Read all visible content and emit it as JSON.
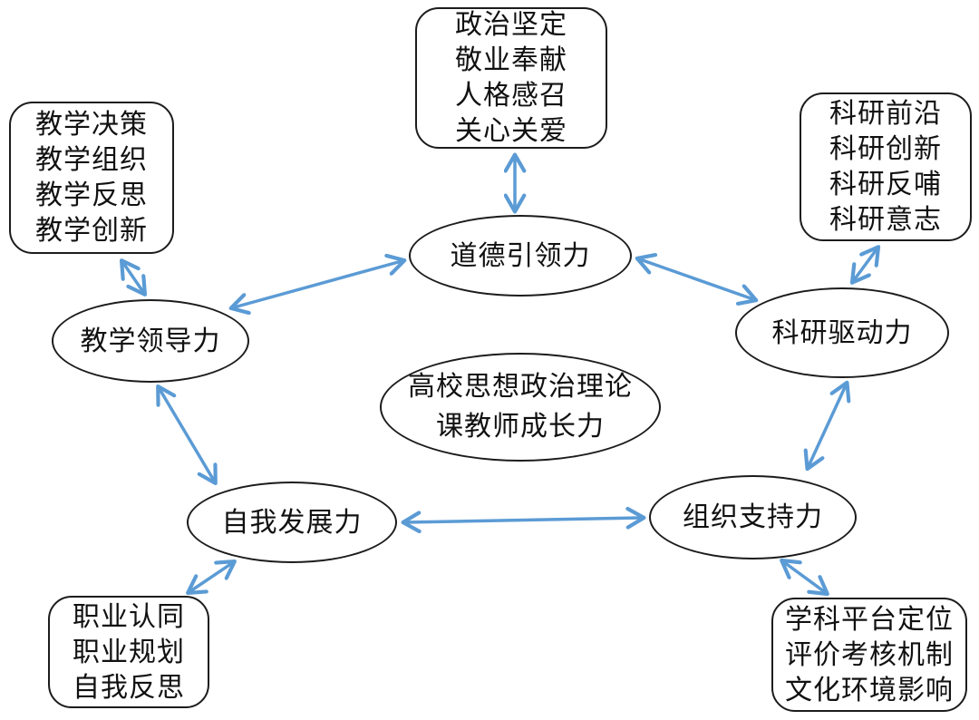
{
  "diagram": {
    "background_color": "#ffffff",
    "node_border_color": "#1c1c1c",
    "arrow_color": "#5b9bd5",
    "center_node": {
      "shape": "ellipse",
      "lines": [
        "高校思想政治理论",
        "课教师成长力"
      ]
    },
    "nodes": {
      "moral": {
        "shape": "ellipse",
        "label": "道德引领力"
      },
      "teaching": {
        "shape": "ellipse",
        "label": "教学领导力"
      },
      "research": {
        "shape": "ellipse",
        "label": "科研驱动力"
      },
      "self": {
        "shape": "ellipse",
        "label": "自我发展力"
      },
      "org": {
        "shape": "ellipse",
        "label": "组织支持力"
      }
    },
    "attribute_boxes": {
      "moral_attrs": {
        "shape": "rounded-rect",
        "lines": [
          "政治坚定",
          "敬业奉献",
          "人格感召",
          "关心关爱"
        ]
      },
      "teaching_attrs": {
        "shape": "rounded-rect",
        "lines": [
          "教学决策",
          "教学组织",
          "教学反思",
          "教学创新"
        ]
      },
      "research_attrs": {
        "shape": "rounded-rect",
        "lines": [
          "科研前沿",
          "科研创新",
          "科研反哺",
          "科研意志"
        ]
      },
      "self_attrs": {
        "shape": "rounded-rect",
        "lines": [
          "职业认同",
          "职业规划",
          "自我反思"
        ]
      },
      "org_attrs": {
        "shape": "rounded-rect",
        "lines": [
          "学科平台定位",
          "评价考核机制",
          "文化环境影响"
        ]
      }
    },
    "edges": [
      {
        "from": "政治坚定/敬业奉献/人格感召/关心关爱",
        "to": "道德引领力",
        "bidirectional": true
      },
      {
        "from": "道德引领力",
        "to": "教学领导力",
        "bidirectional": true
      },
      {
        "from": "道德引领力",
        "to": "科研驱动力",
        "bidirectional": true
      },
      {
        "from": "教学决策/教学组织/教学反思/教学创新",
        "to": "教学领导力",
        "bidirectional": true
      },
      {
        "from": "科研前沿/科研创新/科研反哺/科研意志",
        "to": "科研驱动力",
        "bidirectional": true
      },
      {
        "from": "教学领导力",
        "to": "自我发展力",
        "bidirectional": true
      },
      {
        "from": "科研驱动力",
        "to": "组织支持力",
        "bidirectional": true
      },
      {
        "from": "自我发展力",
        "to": "组织支持力",
        "bidirectional": true
      },
      {
        "from": "职业认同/职业规划/自我反思",
        "to": "自我发展力",
        "bidirectional": true
      },
      {
        "from": "学科平台定位/评价考核机制/文化环境影响",
        "to": "组织支持力",
        "bidirectional": true
      }
    ]
  }
}
